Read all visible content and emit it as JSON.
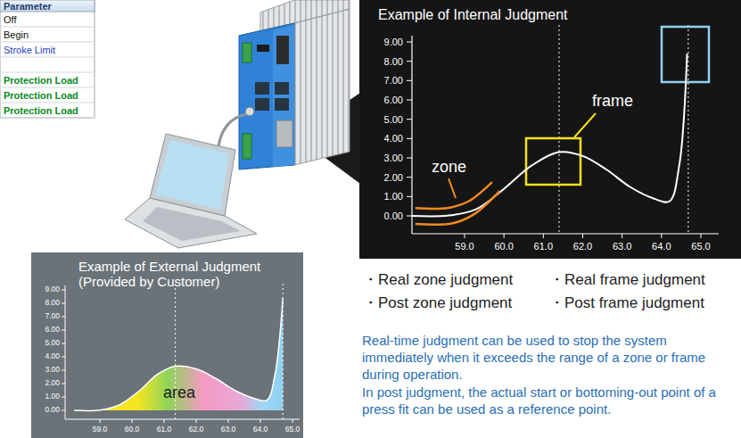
{
  "diagram": {
    "nodes": [
      {
        "text": [
          "Example of Internal Judgment"
        ]
      },
      {
        "text": [
          "Example of External Judgment (Provided by Customer)"
        ]
      }
    ],
    "labels": [
      "Parameter",
      "Off",
      "Begin",
      "Stroke Limit",
      "Protection Load",
      "Protection Load",
      "Protection Load",
      "9.00",
      "8.00",
      "7.00",
      "6.00",
      "5.00",
      "4.00",
      "3.00",
      "2.00",
      "1.00",
      "0.00",
      "59.0",
      "60.0",
      "61.0",
      "62.0",
      "63.0",
      "64.0",
      "65.0",
      "frame",
      "zone",
      "・Real zone judgment",
      "・Real frame judgment",
      "・Post zone judgment",
      "・Post frame judgment",
      "Real-time judgment can be used to stop the system immediately when it exceeds the range of a zone or frame during operation.",
      "In post judgment, the actual start or bottoming-out point of a press fit can be used as a reference point.",
      "9.00",
      "8.00",
      "7.00",
      "6.00",
      "5.00",
      "4.00",
      "3.00",
      "2.00",
      "1.00",
      "0.00",
      "59.0",
      "60.0",
      "61.0",
      "62.0",
      "63.0",
      "64.0",
      "65.0",
      "area"
    ]
  }
}
